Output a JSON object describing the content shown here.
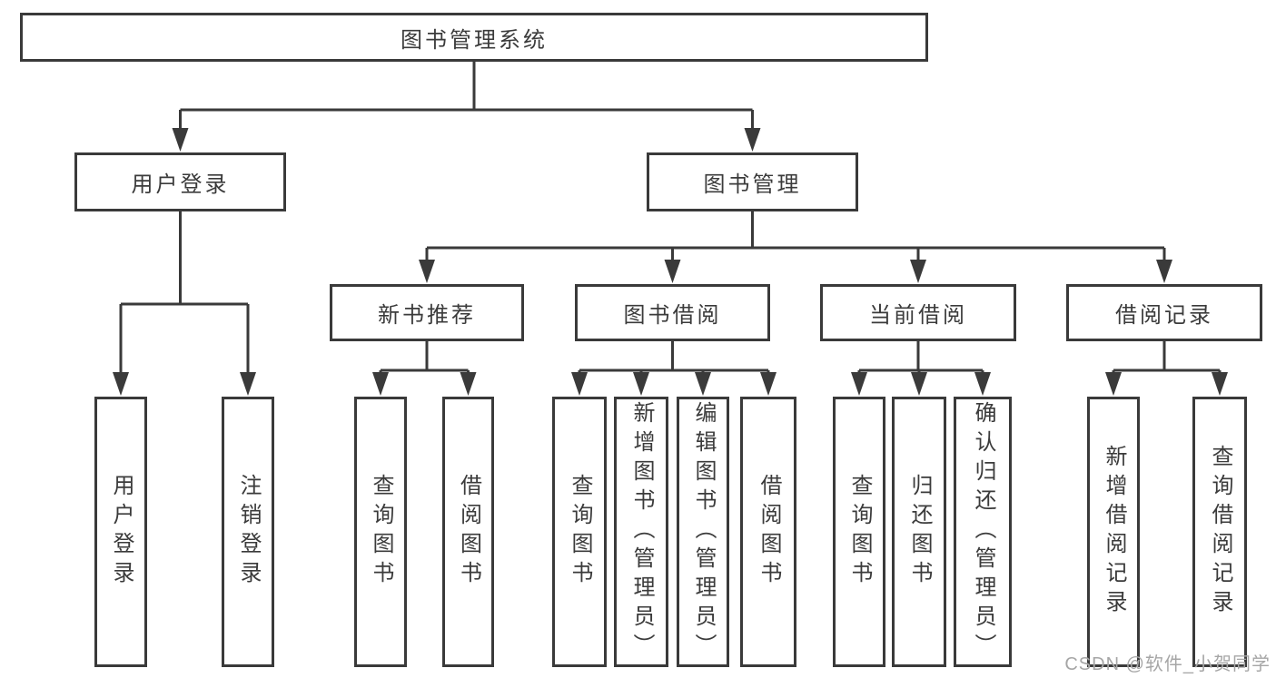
{
  "diagram": {
    "tree": {
      "id": "library-management-system",
      "label": "图书管理系统",
      "children": [
        {
          "id": "user-login",
          "label": "用户登录",
          "children": [
            {
              "id": "user-login-leaf",
              "label": "用户登录"
            },
            {
              "id": "logout-leaf",
              "label": "注销登录"
            }
          ]
        },
        {
          "id": "book-management",
          "label": "图书管理",
          "children": [
            {
              "id": "new-book-recommendation",
              "label": "新书推荐",
              "children": [
                {
                  "id": "query-books-new",
                  "label": "查询图书"
                },
                {
                  "id": "borrow-books-new",
                  "label": "借阅图书"
                }
              ]
            },
            {
              "id": "book-borrowing",
              "label": "图书借阅",
              "children": [
                {
                  "id": "query-books-borrow",
                  "label": "查询图书"
                },
                {
                  "id": "add-books-admin",
                  "label": "新增图书（管理员）"
                },
                {
                  "id": "edit-books-admin",
                  "label": "编辑图书（管理员）"
                },
                {
                  "id": "borrow-books",
                  "label": "借阅图书"
                }
              ]
            },
            {
              "id": "current-borrowing",
              "label": "当前借阅",
              "children": [
                {
                  "id": "query-books-current",
                  "label": "查询图书"
                },
                {
                  "id": "return-books",
                  "label": "归还图书"
                },
                {
                  "id": "confirm-return-admin",
                  "label": "确认归还（管理员）"
                }
              ]
            },
            {
              "id": "borrowing-records",
              "label": "借阅记录",
              "children": [
                {
                  "id": "add-borrow-record",
                  "label": "新增借阅记录"
                },
                {
                  "id": "query-borrow-record",
                  "label": "查询借阅记录"
                }
              ]
            }
          ]
        }
      ]
    }
  },
  "watermark": {
    "text": "CSDN @软件_小贺同学"
  },
  "colors": {
    "line": "#3a3a3a",
    "text": "#3b3b3b",
    "background": "#ffffff",
    "watermark": "#a6a6a6"
  }
}
